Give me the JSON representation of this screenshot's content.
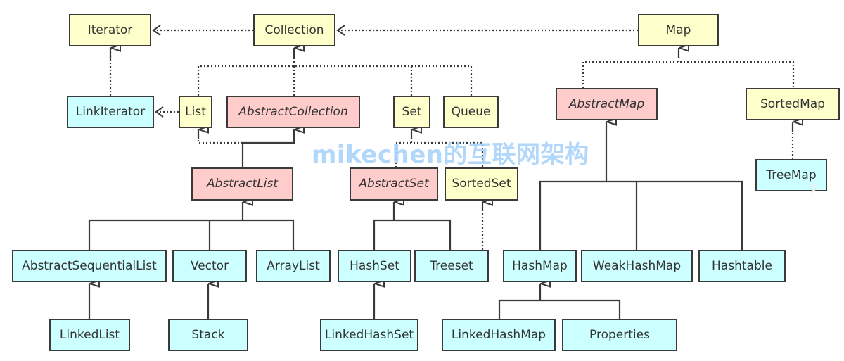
{
  "title": "Java Collection Framework class hierarchy",
  "watermark": "mikechen的互联网架构",
  "colors": {
    "interface": "#ffffcb",
    "abstract": "#ffcccc",
    "class": "#ccffff",
    "border": "#3a3a3a",
    "watermark": "#a9d3fb"
  },
  "nodes": {
    "iterator": "Iterator",
    "collection": "Collection",
    "map": "Map",
    "linkiterator": "LinkIterator",
    "list": "List",
    "abstractcollection": "AbstractCollection",
    "set": "Set",
    "queue": "Queue",
    "abstractmap": "AbstractMap",
    "sortedmap": "SortedMap",
    "abstractlist": "AbstractList",
    "abstractset": "AbstractSet",
    "sortedset": "SortedSet",
    "treemap": "TreeMap",
    "abstractsequentiallist": "AbstractSequentialList",
    "vector": "Vector",
    "arraylist": "ArrayList",
    "hashset": "HashSet",
    "treeset": "Treeset",
    "hashmap": "HashMap",
    "weakhashmap": "WeakHashMap",
    "hashtable": "Hashtable",
    "linkedlist": "LinkedList",
    "stack": "Stack",
    "linkedhashset": "LinkedHashSet",
    "linkedhashmap": "LinkedHashMap",
    "properties": "Properties"
  },
  "next_icon": "chevron-right-icon"
}
